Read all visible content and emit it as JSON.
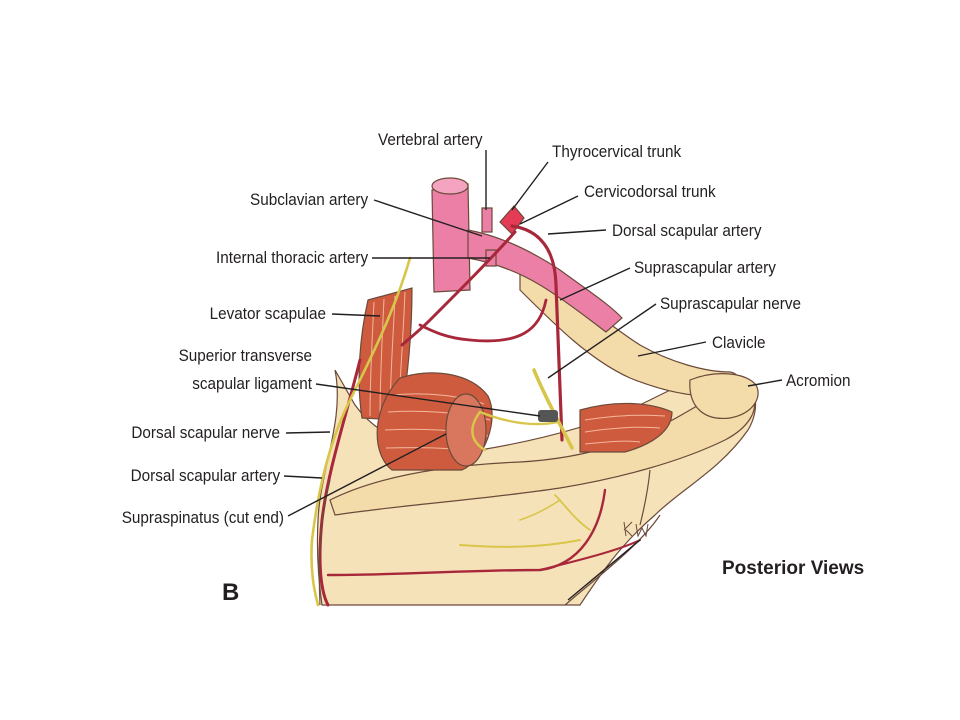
{
  "labels": {
    "vertebral_artery": "Vertebral artery",
    "thyrocervical_trunk": "Thyrocervical trunk",
    "cervicodorsal_trunk": "Cervicodorsal trunk",
    "subclavian_artery": "Subclavian artery",
    "dorsal_scapular_artery_top": "Dorsal scapular artery",
    "internal_thoracic_artery": "Internal thoracic artery",
    "suprascapular_artery": "Suprascapular artery",
    "levator_scapulae": "Levator scapulae",
    "suprascapular_nerve": "Suprascapular nerve",
    "clavicle": "Clavicle",
    "superior_transverse_line1": "Superior transverse",
    "superior_transverse_line2": "scapular ligament",
    "acromion": "Acromion",
    "dorsal_scapular_nerve": "Dorsal scapular nerve",
    "dorsal_scapular_artery_bottom": "Dorsal scapular artery",
    "supraspinatus_cut_end": "Supraspinatus (cut end)"
  },
  "panel_letter": "B",
  "view_caption": "Posterior Views",
  "artist_signature": "kw",
  "colors": {
    "skin": "#f6e2b8",
    "bone": "#f3dcaa",
    "muscle": "#cf5b3f",
    "artery": "#a8283b",
    "vessel_pink": "#ec7fa6",
    "nerve": "#d8c64a",
    "text": "#231f20"
  }
}
